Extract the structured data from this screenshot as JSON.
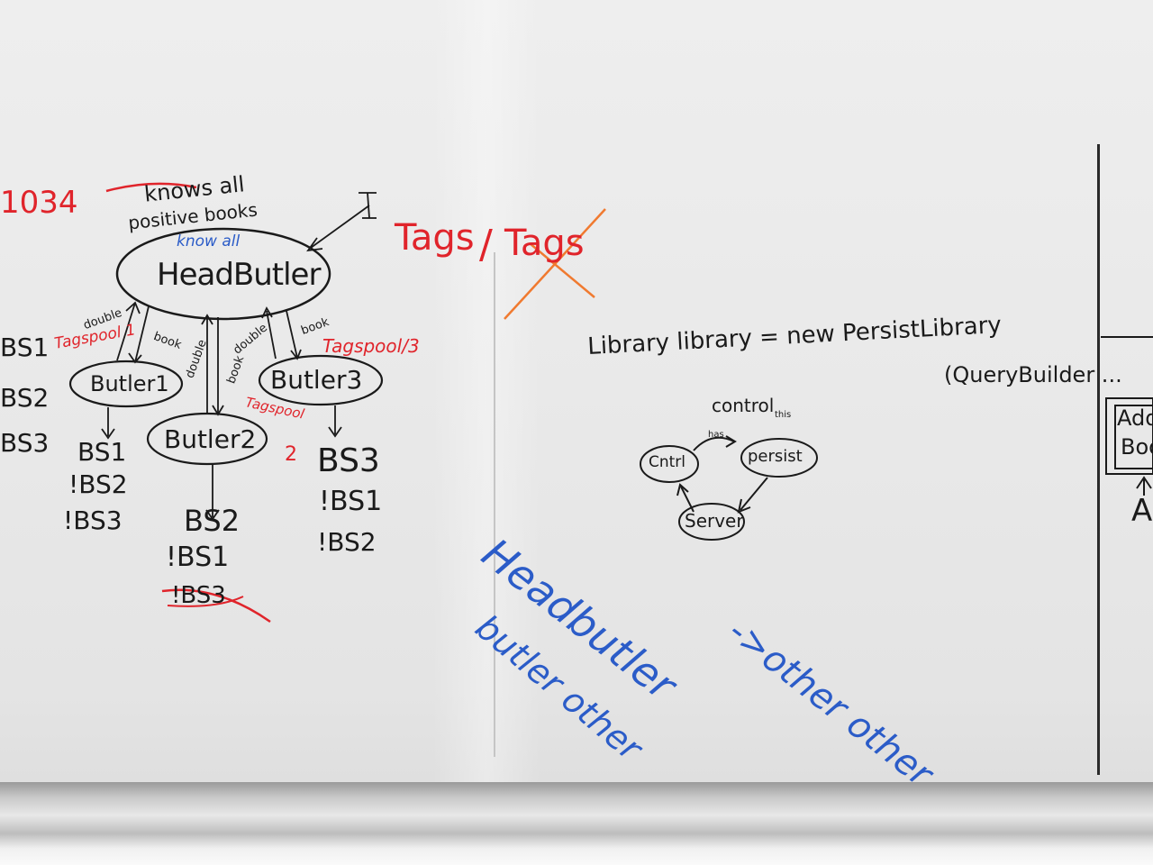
{
  "board": {
    "red_number": "1034",
    "knows_all": "knows all",
    "positive_books": "positive books",
    "know_all": "know all",
    "head_butler": "HeadButler",
    "butler1": "Butler1",
    "butler2": "Butler2",
    "butler3": "Butler3",
    "double": "double",
    "book": "book",
    "tagspool_1": "Tagspool 1",
    "tagspool_2": "Tagspool",
    "tagspool_2_num": "2",
    "tagspool_3": "Tagspool/3",
    "tags_title": "Tags",
    "slash": "/",
    "tags_crossed": "Tags",
    "left_bs1": "BS1",
    "left_bs2": "BS2",
    "left_bs3": "BS3",
    "b1_bs1": "BS1",
    "b1_bs2": "!BS2",
    "b1_bs3": "!BS3",
    "b2_bs2": "BS2",
    "b2_bs1": "!BS1",
    "b2_bs3": "!BS3",
    "b3_bs3": "BS3",
    "b3_bs1": "!BS1",
    "b3_bs2": "!BS2",
    "library_line": "Library library = new PersistLibrary",
    "query_builder": "(QueryBuilder ...",
    "control": "control",
    "has": "has",
    "this": "this",
    "cntrl": "Cntrl",
    "persist": "persist",
    "server": "Server",
    "headbutler_blue": "Headbutler",
    "other": "->other other",
    "butler_other": "butler other",
    "right_add": "Add",
    "right_boo": "Boo",
    "right_a": "A"
  },
  "colors": {
    "black_ink": "#1a1a1a",
    "red_ink": "#e0242b",
    "blue_ink": "#2b5cc8",
    "orange_ink": "#f07a30",
    "board": "#ebebeb"
  }
}
